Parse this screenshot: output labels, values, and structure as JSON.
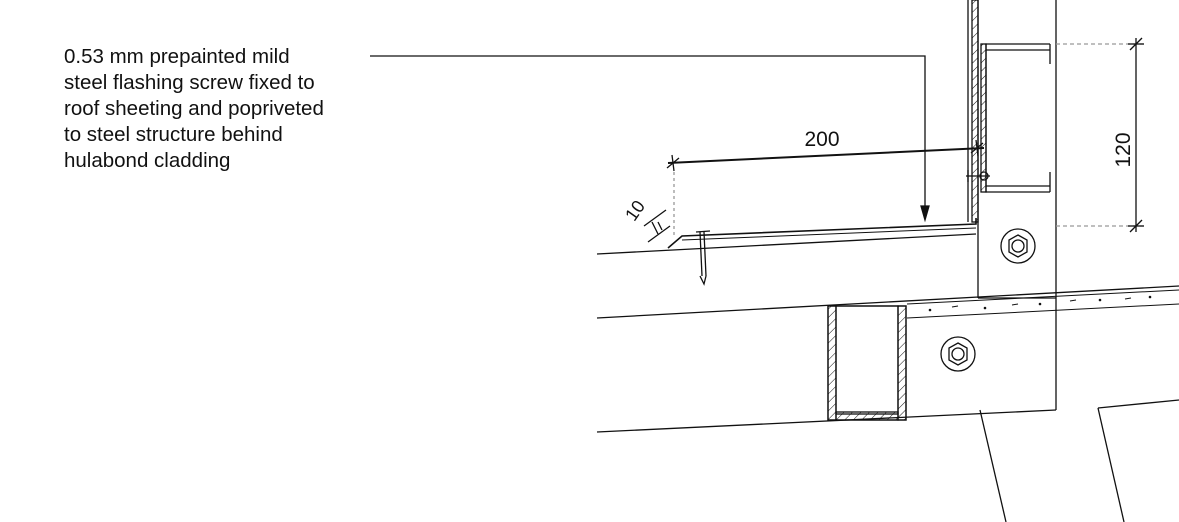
{
  "annotation": {
    "lines": [
      "0.53 mm prepainted mild",
      "steel flashing screw fixed to",
      "roof sheeting and popriveted",
      "to steel structure behind",
      "hulabond cladding"
    ]
  },
  "dimensions": {
    "flashing_width": "200",
    "vertical_height": "120",
    "turn_down": "10"
  },
  "colors": {
    "line": "#111111",
    "hidden_line": "#999999"
  }
}
